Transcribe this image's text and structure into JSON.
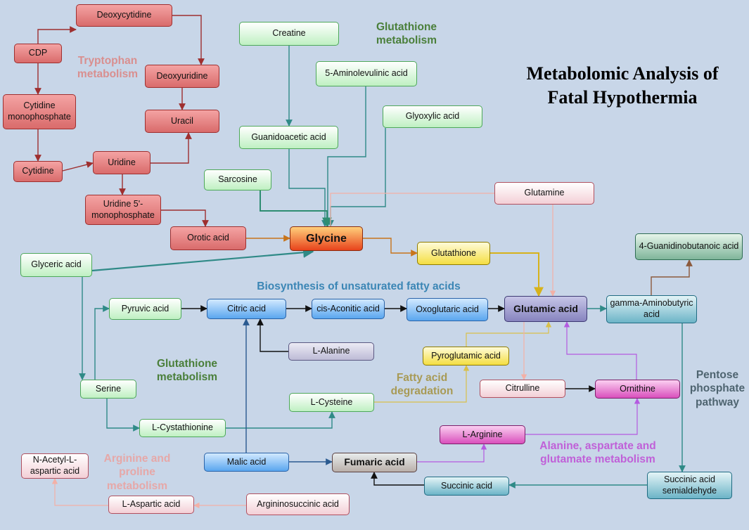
{
  "title_line1": "Metabolomic Analysis of",
  "title_line2": "Fatal Hypothermia",
  "nodes": [
    {
      "id": "deoxycytidine",
      "label": "Deoxycytidine",
      "style": "red"
    },
    {
      "id": "cdp",
      "label": "CDP",
      "style": "red"
    },
    {
      "id": "deoxyuridine",
      "label": "Deoxyuridine",
      "style": "red"
    },
    {
      "id": "cmp",
      "label": "Cytidine monophosphate",
      "style": "red"
    },
    {
      "id": "uracil",
      "label": "Uracil",
      "style": "red"
    },
    {
      "id": "cytidine",
      "label": "Cytidine",
      "style": "red"
    },
    {
      "id": "uridine",
      "label": "Uridine",
      "style": "red"
    },
    {
      "id": "ump",
      "label": "Uridine 5'-monophosphate",
      "style": "red"
    },
    {
      "id": "orotic",
      "label": "Orotic acid",
      "style": "red"
    },
    {
      "id": "creatine",
      "label": "Creatine",
      "style": "green"
    },
    {
      "id": "ala5",
      "label": "5-Aminolevulinic acid",
      "style": "green"
    },
    {
      "id": "glyoxylic",
      "label": "Glyoxylic acid",
      "style": "green"
    },
    {
      "id": "guanidoacetic",
      "label": "Guanidoacetic acid",
      "style": "green"
    },
    {
      "id": "sarcosine",
      "label": "Sarcosine",
      "style": "green"
    },
    {
      "id": "glutamine",
      "label": "Glutamine",
      "style": "pink"
    },
    {
      "id": "glycine",
      "label": "Glycine",
      "style": "glycine"
    },
    {
      "id": "glutathione",
      "label": "Glutathione",
      "style": "yellow"
    },
    {
      "id": "guanbut",
      "label": "4-Guanidinobutanoic acid",
      "style": "gtealgreen"
    },
    {
      "id": "glyceric",
      "label": "Glyceric acid",
      "style": "green"
    },
    {
      "id": "pyruvic",
      "label": "Pyruvic acid",
      "style": "green"
    },
    {
      "id": "citric",
      "label": "Citric acid",
      "style": "blue"
    },
    {
      "id": "cisaconitic",
      "label": "cis-Aconitic acid",
      "style": "blue"
    },
    {
      "id": "oxoglutaric",
      "label": "Oxoglutaric acid",
      "style": "blue"
    },
    {
      "id": "glutamic",
      "label": "Glutamic acid",
      "style": "violet"
    },
    {
      "id": "gaba",
      "label": "gamma-Aminobutyric acid",
      "style": "teal"
    },
    {
      "id": "lalanine",
      "label": "L-Alanine",
      "style": "lavender"
    },
    {
      "id": "pyroglutamic",
      "label": "Pyroglutamic acid",
      "style": "yellow"
    },
    {
      "id": "serine",
      "label": "Serine",
      "style": "green"
    },
    {
      "id": "citrulline",
      "label": "Citrulline",
      "style": "pink"
    },
    {
      "id": "ornithine",
      "label": "Ornithine",
      "style": "magenta"
    },
    {
      "id": "lcysteine",
      "label": "L-Cysteine",
      "style": "green"
    },
    {
      "id": "lcystathionine",
      "label": "L-Cystathionine",
      "style": "green"
    },
    {
      "id": "larginine",
      "label": "L-Arginine",
      "style": "magenta"
    },
    {
      "id": "nacetyl",
      "label": "N-Acetyl-L-aspartic acid",
      "style": "pink"
    },
    {
      "id": "malic",
      "label": "Malic acid",
      "style": "blue"
    },
    {
      "id": "fumaric",
      "label": "Fumaric acid",
      "style": "fumaric"
    },
    {
      "id": "succinicsemi",
      "label": "Succinic acid semialdehyde",
      "style": "teal"
    },
    {
      "id": "succinic",
      "label": "Succinic acid",
      "style": "teal"
    },
    {
      "id": "laspartic",
      "label": "L-Aspartic acid",
      "style": "pink"
    },
    {
      "id": "argininosuccinic",
      "label": "Argininosuccinic acid",
      "style": "pink"
    }
  ],
  "pathway_labels": [
    {
      "id": "tryptophan",
      "text": "Tryptophan metabolism",
      "color": "#d98f8f"
    },
    {
      "id": "glutathione-top",
      "text": "Glutathione metabolism",
      "color": "#4a7f3a"
    },
    {
      "id": "unsat",
      "text": "Biosynthesis of unsaturated fatty acids",
      "color": "#3b86b5"
    },
    {
      "id": "glutathione-mid",
      "text": "Glutathione metabolism",
      "color": "#4a7f3a"
    },
    {
      "id": "fattydeg",
      "text": "Fatty acid degradation",
      "color": "#a89a55"
    },
    {
      "id": "pentose",
      "text": "Pentose phosphate pathway",
      "color": "#4e6470"
    },
    {
      "id": "alanine",
      "text": "Alanine, aspartate and glutamate metabolism",
      "color": "#c060d8"
    },
    {
      "id": "arginine",
      "text": "Arginine and proline metabolism",
      "color": "#e6a8a8"
    }
  ]
}
